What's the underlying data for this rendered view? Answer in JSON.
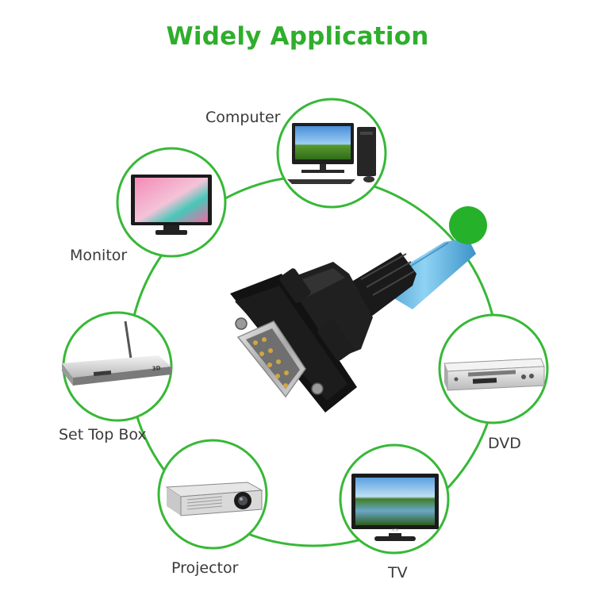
{
  "title": "Widely Application",
  "devices": {
    "computer": "Computer",
    "monitor": "Monitor",
    "set_top_box": "Set Top Box",
    "projector": "Projector",
    "tv": "TV",
    "dvd": "DVD"
  },
  "brand_marks": {
    "tv_badge": "ACM",
    "stb_badge": "3D"
  },
  "colors": {
    "accent_green": "#2fae2c",
    "ring_green": "#37b837",
    "cable_blue": "#5bb6e6",
    "connector_black": "#1a1a1a"
  }
}
